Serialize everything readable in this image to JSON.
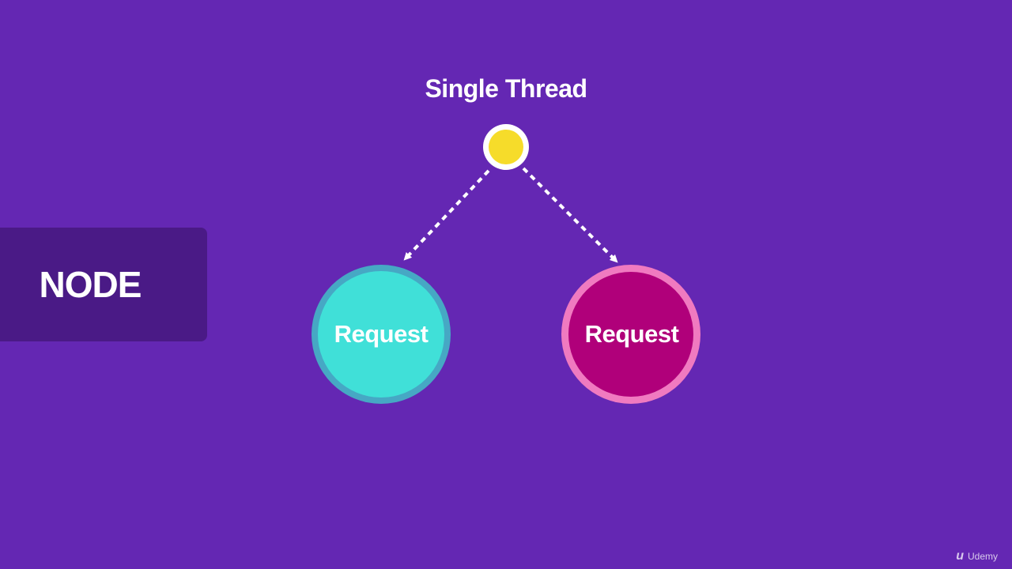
{
  "diagram": {
    "title": "Single Thread",
    "node_label": "NODE",
    "requests": [
      {
        "label": "Request",
        "fill": "#40e0d8",
        "ring": "#46a8c4"
      },
      {
        "label": "Request",
        "fill": "#b0007a",
        "ring": "#f07ac0"
      }
    ],
    "thread_dot": {
      "fill": "#f6dc2a",
      "ring": "#ffffff"
    },
    "arrow_style": "dashed",
    "colors": {
      "background": "#6427b3",
      "panel": "#4a1a86",
      "text": "#ffffff"
    }
  },
  "watermark": {
    "logo_glyph": "u",
    "text": "Udemy"
  }
}
